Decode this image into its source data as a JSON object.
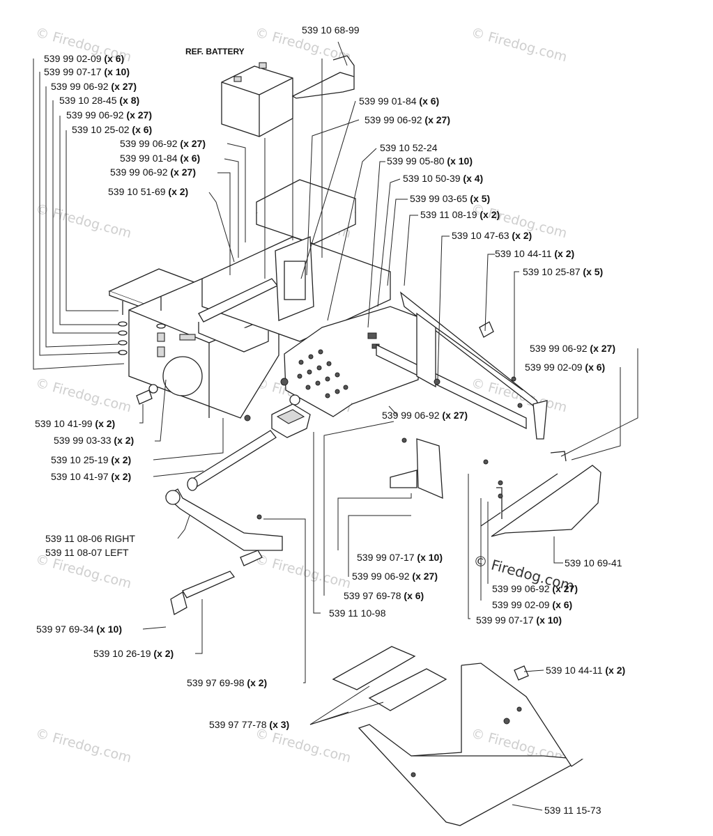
{
  "title_label": "REF. BATTERY",
  "labels": [
    {
      "id": "l01",
      "num": "539 10 68-99",
      "qty": ""
    },
    {
      "id": "l02",
      "num": "539 99 02-09",
      "qty": "(x 6)"
    },
    {
      "id": "l03",
      "num": "539 99 07-17",
      "qty": "(x 10)"
    },
    {
      "id": "l04",
      "num": "539 99 06-92",
      "qty": "(x 27)"
    },
    {
      "id": "l05",
      "num": "539 10 28-45",
      "qty": "(x 8)"
    },
    {
      "id": "l06",
      "num": "539 99 06-92",
      "qty": "(x 27)"
    },
    {
      "id": "l07",
      "num": "539 10 25-02",
      "qty": "(x 6)"
    },
    {
      "id": "l08",
      "num": "539 99 06-92",
      "qty": "(x 27)"
    },
    {
      "id": "l09",
      "num": "539 99 01-84",
      "qty": "(x 6)"
    },
    {
      "id": "l10",
      "num": "539 99 06-92",
      "qty": "(x 27)"
    },
    {
      "id": "l11",
      "num": "539 99 01-84",
      "qty": "(x 6)"
    },
    {
      "id": "l12",
      "num": "539 99 06-92",
      "qty": "(x 27)"
    },
    {
      "id": "l13",
      "num": "539 10 51-69",
      "qty": "(x 2)"
    },
    {
      "id": "l14",
      "num": "539 10 52-24",
      "qty": ""
    },
    {
      "id": "l15",
      "num": "539 99 05-80",
      "qty": "(x 10)"
    },
    {
      "id": "l16",
      "num": "539 10 50-39",
      "qty": "(x 4)"
    },
    {
      "id": "l17",
      "num": "539 99 03-65",
      "qty": "(x 5)"
    },
    {
      "id": "l18",
      "num": "539 11 08-19",
      "qty": "(x 2)"
    },
    {
      "id": "l19",
      "num": "539 10 47-63",
      "qty": "(x 2)"
    },
    {
      "id": "l20",
      "num": "539 10 44-11",
      "qty": "(x 2)"
    },
    {
      "id": "l21",
      "num": "539 10 25-87",
      "qty": "(x 5)"
    },
    {
      "id": "l22",
      "num": "539 99 06-92",
      "qty": "(x 27)"
    },
    {
      "id": "l23",
      "num": "539 99 02-09",
      "qty": "(x 6)"
    },
    {
      "id": "l24",
      "num": "539 99 06-92",
      "qty": "(x 27)"
    },
    {
      "id": "l25",
      "num": "539 10 41-99",
      "qty": "(x 2)"
    },
    {
      "id": "l26",
      "num": "539 99 03-33",
      "qty": "(x 2)"
    },
    {
      "id": "l27",
      "num": "539 10 25-19",
      "qty": "(x 2)"
    },
    {
      "id": "l28",
      "num": "539 10 41-97",
      "qty": "(x 2)"
    },
    {
      "id": "l29",
      "num": "539 11 08-06 RIGHT",
      "qty": ""
    },
    {
      "id": "l30",
      "num": "539 11 08-07 LEFT",
      "qty": ""
    },
    {
      "id": "l31",
      "num": "539 99 07-17",
      "qty": "(x 10)"
    },
    {
      "id": "l32",
      "num": "539 99 06-92",
      "qty": "(x 27)"
    },
    {
      "id": "l33",
      "num": "539 97 69-78",
      "qty": "(x 6)"
    },
    {
      "id": "l34",
      "num": "539 11 10-98",
      "qty": ""
    },
    {
      "id": "l35",
      "num": "539 10 69-41",
      "qty": ""
    },
    {
      "id": "l36",
      "num": "539 99 06-92",
      "qty": "(x 27)"
    },
    {
      "id": "l37",
      "num": "539 99 02-09",
      "qty": "(x 6)"
    },
    {
      "id": "l38",
      "num": "539 99 07-17",
      "qty": "(x 10)"
    },
    {
      "id": "l39",
      "num": "539 97 69-34",
      "qty": "(x 10)"
    },
    {
      "id": "l40",
      "num": "539 10 26-19",
      "qty": "(x 2)"
    },
    {
      "id": "l41",
      "num": "539 97 69-98",
      "qty": "(x 2)"
    },
    {
      "id": "l42",
      "num": "539 10 44-11",
      "qty": "(x 2)"
    },
    {
      "id": "l43",
      "num": "539 97 77-78",
      "qty": "(x 3)"
    },
    {
      "id": "l44",
      "num": "539 11 15-73",
      "qty": ""
    }
  ],
  "watermark": "© Firedog.com"
}
